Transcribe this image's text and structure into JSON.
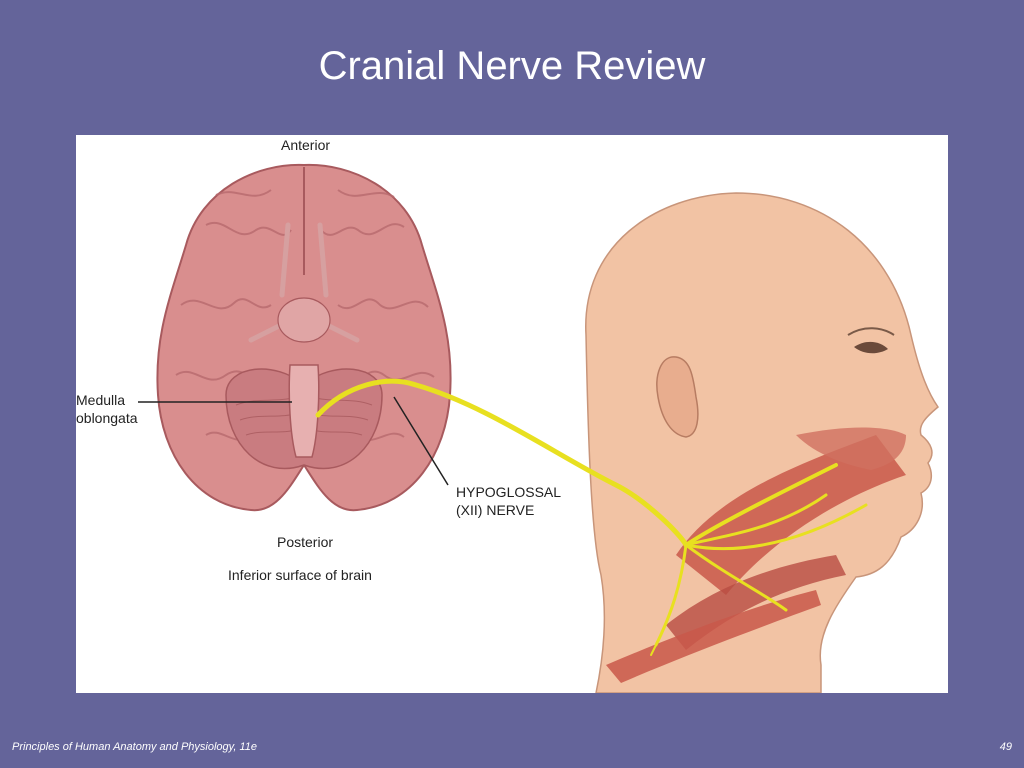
{
  "slide": {
    "title": "Cranial Nerve Review",
    "footer_source": "Principles of Human Anatomy and Physiology, 11e",
    "page_number": "49"
  },
  "figure": {
    "labels": {
      "anterior": "Anterior",
      "posterior": "Posterior",
      "caption": "Inferior surface of brain",
      "medulla_line1": "Medulla",
      "medulla_line2": "oblongata",
      "nerve_line1": "HYPOGLOSSAL",
      "nerve_line2": "(XII) NERVE"
    },
    "colors": {
      "background": "#64649a",
      "brain": "#d98e8e",
      "skin": "#f2c3a4",
      "nerve": "#e8e020",
      "muscle": "#c9584a"
    }
  }
}
